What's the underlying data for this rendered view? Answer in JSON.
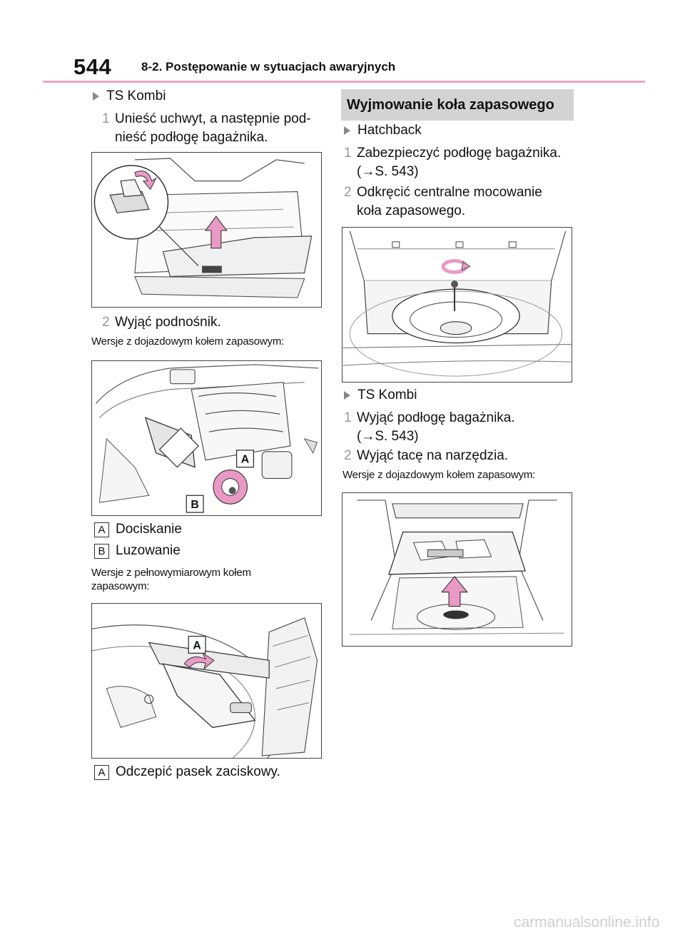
{
  "header": {
    "page_number": "544",
    "section_title": "8-2. Postępowanie w sytuacjach awaryjnych"
  },
  "left": {
    "bullet1": "TS Kombi",
    "step1_num": "1",
    "step1_line1": "Unieść uchwyt, a następnie pod-",
    "step1_line2": "nieść podłogę bagażnika.",
    "step2_num": "2",
    "step2": "Wyjąć podnośnik.",
    "note1": "Wersje z dojazdowym kołem zapasowym:",
    "figure2_label_a": "A",
    "figure2_label_b": "B",
    "legend_a_key": "A",
    "legend_a": "Dociskanie",
    "legend_b_key": "B",
    "legend_b": "Luzowanie",
    "note2_line1": "Wersje z pełnowymiarowym kołem",
    "note2_line2": "zapasowym:",
    "figure3_label_a": "A",
    "legend_c_key": "A",
    "legend_c": "Odczepić pasek zaciskowy."
  },
  "right": {
    "heading": "Wyjmowanie koła zapasowego",
    "bullet1": "Hatchback",
    "step1_num": "1",
    "step1_line1": "Zabezpieczyć podłogę bagażnika.",
    "step1_line2": "(→S. 543)",
    "step2_num": "2",
    "step2_line1": "Odkręcić centralne mocowanie",
    "step2_line2": "koła zapasowego.",
    "bullet2": "TS Kombi",
    "step3_num": "1",
    "step3_line1": "Wyjąć podłogę bagażnika.",
    "step3_line2": "(→S. 543)",
    "step4_num": "2",
    "step4": "Wyjąć tacę na narzędzia.",
    "note3": "Wersje z dojazdowym kołem zapasowym:"
  },
  "footer": {
    "watermark": "carmanualsonline.info"
  },
  "colors": {
    "header_rule": "#e8a2c8",
    "heading_bg": "#d3d3d3",
    "arrow_fill": "#e89ac4",
    "step_number": "#999999"
  }
}
